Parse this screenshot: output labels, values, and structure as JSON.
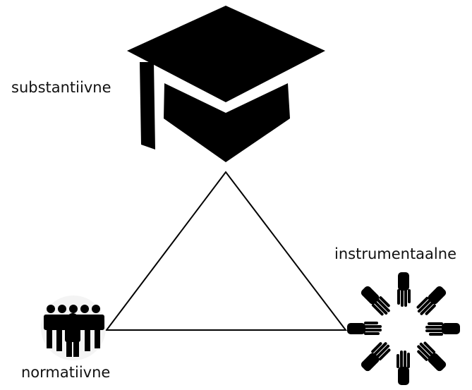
{
  "labels": {
    "substantive": "substantiivne",
    "instrumental": "instrumentaalne",
    "normative": "normatiivne"
  },
  "icons": {
    "top": "graduation-cap-icon",
    "bottom_left": "group-of-people-icon",
    "bottom_right": "circle-of-hands-icon"
  },
  "colors": {
    "ink": "#000000",
    "text": "#111111",
    "background": "#ffffff"
  }
}
